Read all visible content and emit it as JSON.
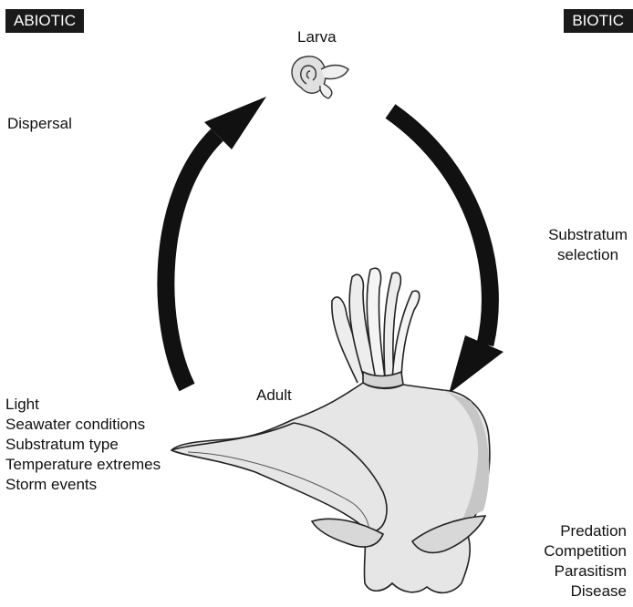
{
  "tags": {
    "abiotic": "ABIOTIC",
    "biotic": "BIOTIC"
  },
  "stages": {
    "larva": "Larva",
    "adult": "Adult"
  },
  "transitions": {
    "dispersal": "Dispersal",
    "settlement": [
      "Substratum",
      "selection"
    ]
  },
  "abiotic_factors": [
    "Light",
    "Seawater conditions",
    "Substratum type",
    "Temperature extremes",
    "Storm events"
  ],
  "biotic_factors": [
    "Predation",
    "Competition",
    "Parasitism",
    "Disease"
  ],
  "colors": {
    "arrow": "#111111",
    "tag_bg": "#1a1a1a",
    "organism_fill": "#e4e4e4",
    "organism_shade": "#c4c4c4"
  }
}
